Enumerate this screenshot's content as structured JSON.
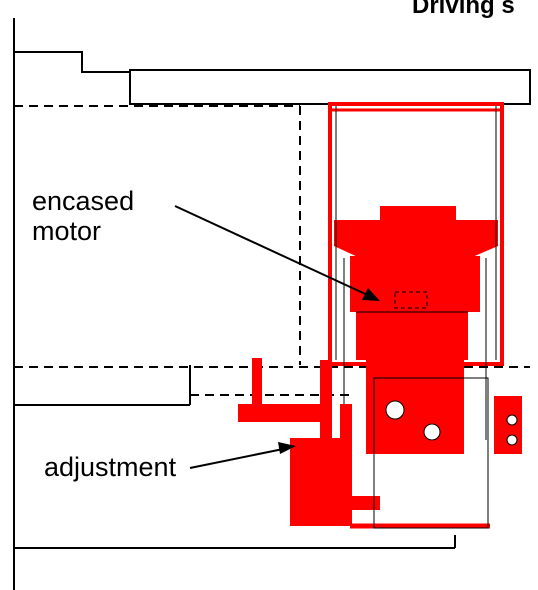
{
  "title": "Driving s",
  "labels": {
    "encased_motor_line1": "encased",
    "encased_motor_line2": "motor",
    "adjustment": "adjustment"
  },
  "colors": {
    "part_red": "#ff0000",
    "outline": "#000000",
    "dark_red": "#800000",
    "background": "#ffffff"
  }
}
